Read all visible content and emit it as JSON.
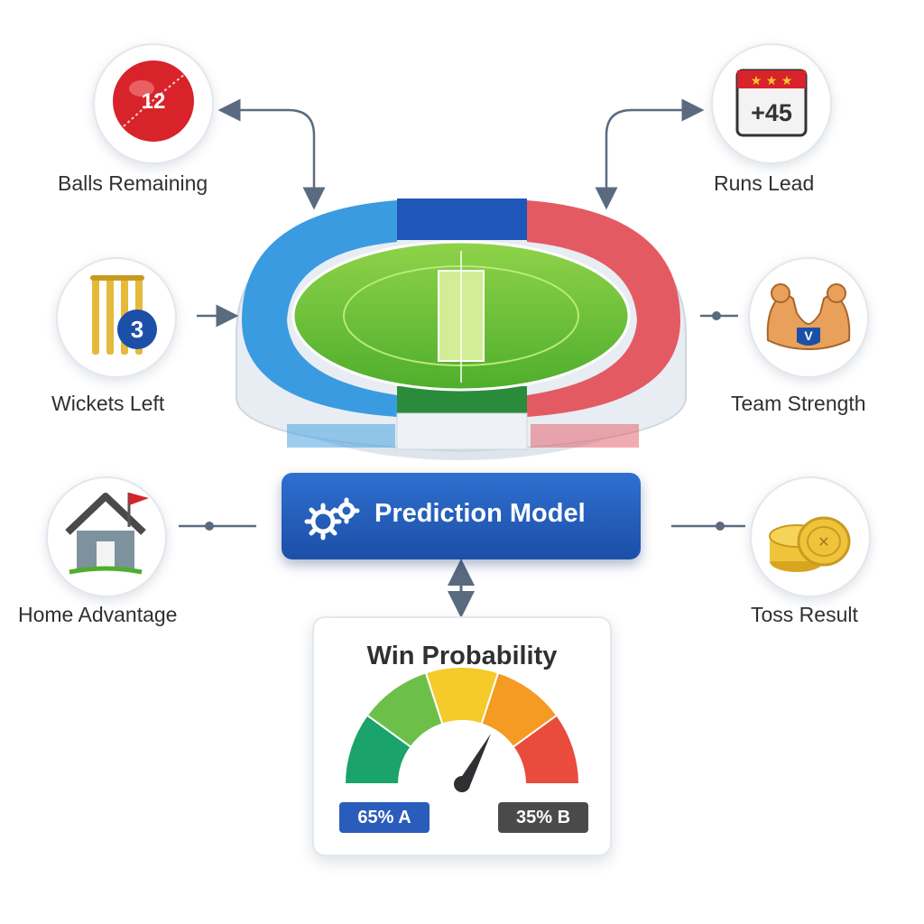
{
  "inputs": {
    "balls_remaining": {
      "label": "Balls Remaining",
      "icon": "cricket-ball-icon",
      "value": "12"
    },
    "runs_lead": {
      "label": "Runs Lead",
      "icon": "scoreboard-icon",
      "value": "+45"
    },
    "wickets_left": {
      "label": "Wickets Left",
      "icon": "wickets-icon",
      "value": "3"
    },
    "team_strength": {
      "label": "Team Strength",
      "icon": "flexed-arms-icon"
    },
    "home_advantage": {
      "label": "Home Advantage",
      "icon": "home-flag-icon"
    },
    "toss_result": {
      "label": "Toss Result",
      "icon": "coins-icon"
    }
  },
  "model": {
    "label": "Prediction Model",
    "icon": "gears-icon"
  },
  "output": {
    "title": "Win Probability",
    "team_a": "65% A",
    "team_b": "35% B",
    "gauge_colors": [
      "#1aa36a",
      "#6cc04a",
      "#f4cb2a",
      "#f59a22",
      "#e94b3c"
    ]
  },
  "colors": {
    "accent": "#1c4fa8",
    "connector": "#5a6b80",
    "left_stand": "#3a9be0",
    "right_stand": "#e45a63"
  }
}
